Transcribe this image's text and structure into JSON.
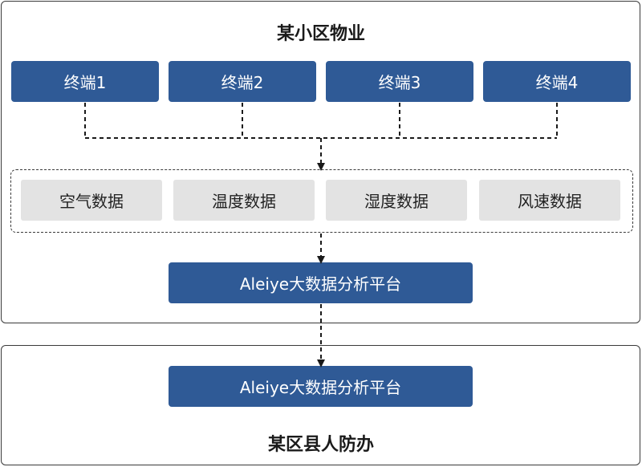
{
  "top_panel": {
    "title": "某小区物业"
  },
  "terminals": [
    "终端1",
    "终端2",
    "终端3",
    "终端4"
  ],
  "data_types": [
    "空气数据",
    "温度数据",
    "湿度数据",
    "风速数据"
  ],
  "platform_top": {
    "label": "Aleiye大数据分析平台"
  },
  "platform_bottom": {
    "label": "Aleiye大数据分析平台"
  },
  "bottom_panel": {
    "title": "某区县人防办"
  },
  "colors": {
    "box_blue": "#2f5a96",
    "box_grey": "#e3e3e3",
    "line": "#1a1a1a"
  }
}
